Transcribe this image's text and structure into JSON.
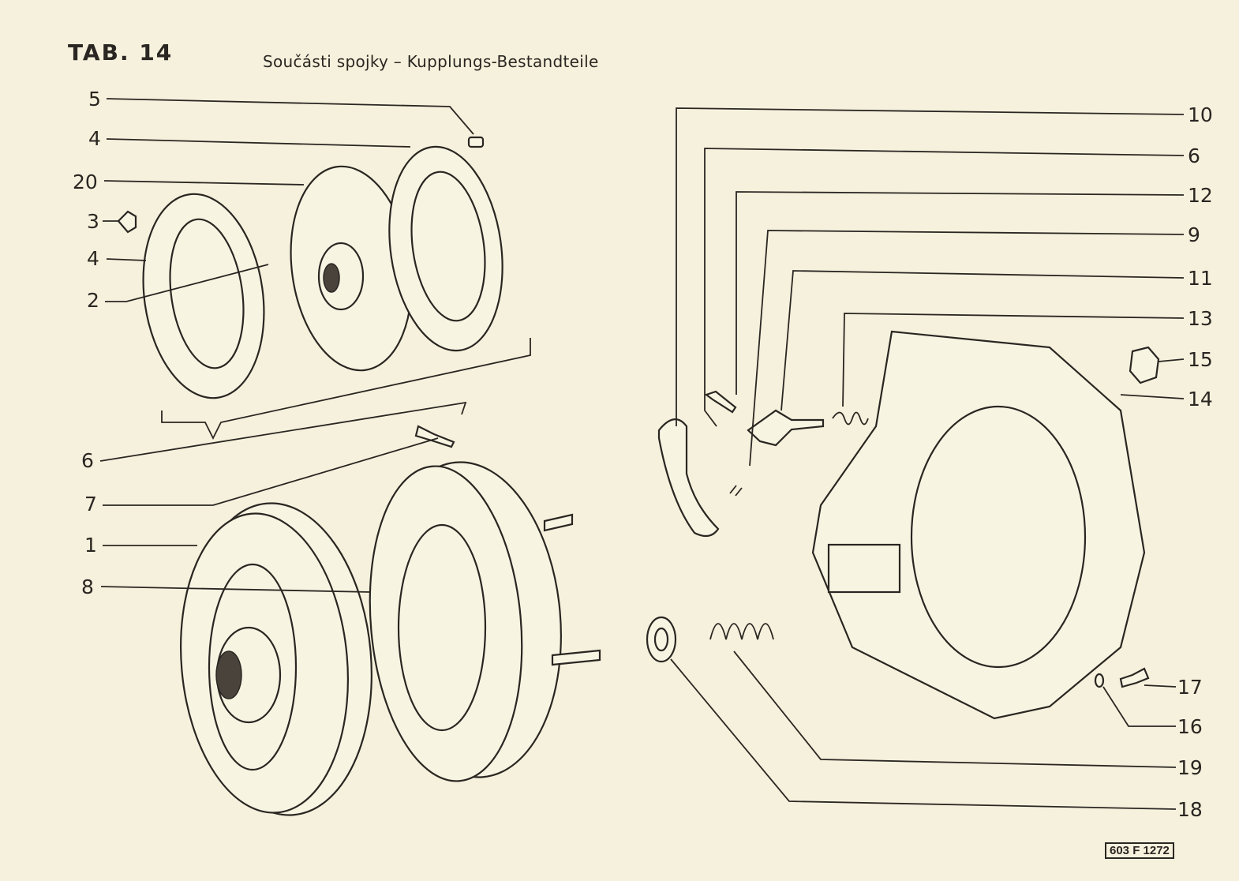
{
  "header": {
    "tab": "TAB. 14",
    "title": "Součásti spojky – Kupplungs-Bestandteile"
  },
  "reference_code": "603 F 1272",
  "left_labels": [
    "5",
    "4",
    "20",
    "3",
    "4",
    "2",
    "6",
    "7",
    "1",
    "8"
  ],
  "right_labels": [
    "10",
    "6",
    "12",
    "9",
    "11",
    "13",
    "15",
    "14",
    "17",
    "16",
    "19",
    "18"
  ]
}
